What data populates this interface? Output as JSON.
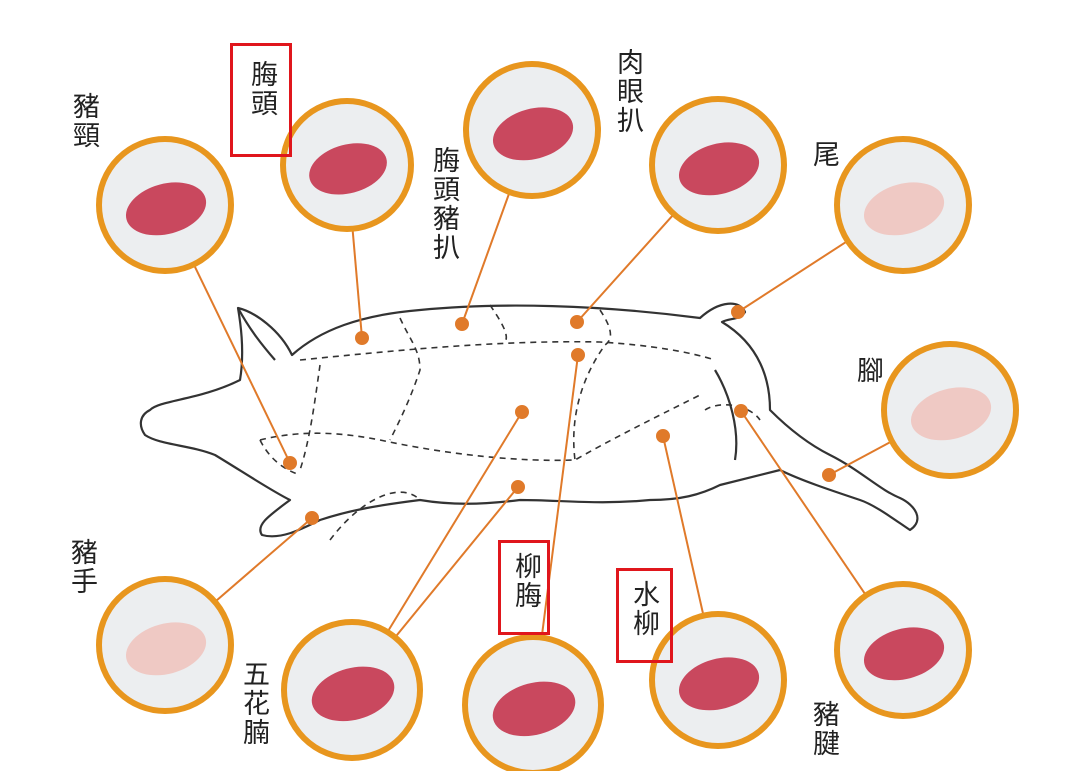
{
  "colors": {
    "ring": "#e8961e",
    "leader": "#e07a2a",
    "highlight": "#e0161c",
    "meat": "#c9485e",
    "outline": "#333333"
  },
  "cuts": [
    {
      "id": "neck",
      "label": "豬頸",
      "highlighted": false
    },
    {
      "id": "shoulder-butt",
      "label": "脢頭",
      "highlighted": true
    },
    {
      "id": "shoulder-chop",
      "label": "脢頭豬扒",
      "highlighted": false
    },
    {
      "id": "ribeye",
      "label": "肉眼扒",
      "highlighted": false
    },
    {
      "id": "tail",
      "label": "尾",
      "highlighted": false
    },
    {
      "id": "trotter",
      "label": "腳",
      "highlighted": false
    },
    {
      "id": "front-hock",
      "label": "豬手",
      "highlighted": false
    },
    {
      "id": "belly",
      "label": "五花腩",
      "highlighted": false
    },
    {
      "id": "tenderloin",
      "label": "柳脢",
      "highlighted": true
    },
    {
      "id": "silverside",
      "label": "水柳",
      "highlighted": true
    },
    {
      "id": "shank",
      "label": "豬腱",
      "highlighted": false
    }
  ]
}
